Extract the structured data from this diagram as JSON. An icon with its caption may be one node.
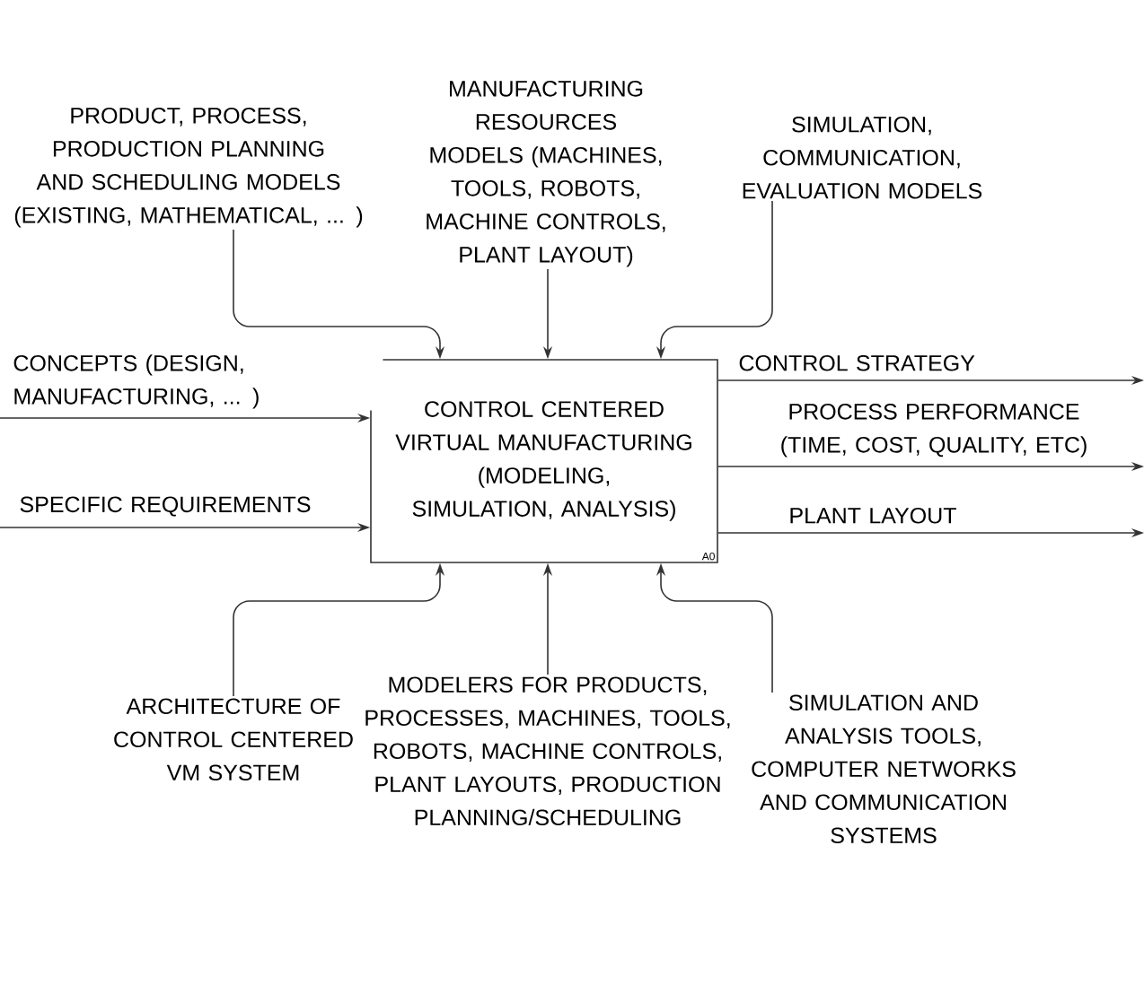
{
  "diagram": {
    "nodes": [
      {
        "text": [
          "CONTROL CENTERED VIRTUAL MANUFACTURING (MODELING, SIMULATION, ANALYSIS)",
          "A0"
        ]
      },
      {
        "text": [
          "PRODUCT, PROCESS, PRODUCTION PLANNING AND SCHEDULING MODELS (EXISTING, MATHEMATICAL, ... )"
        ]
      },
      {
        "text": [
          "MANUFACTURING RESOURCES MODELS (MACHINES, TOOLS, ROBOTS, MACHINE CONTROLS, PLANT LAYOUT)"
        ]
      },
      {
        "text": [
          "SIMULATION, COMMUNICATION, EVALUATION MODELS"
        ]
      },
      {
        "text": [
          "ARCHITECTURE OF CONTROL CENTERED VM SYSTEM"
        ]
      },
      {
        "text": [
          "MODELERS FOR PRODUCTS, PROCESSES, MACHINES, TOOLS, ROBOTS, MACHINE CONTROLS, PLANT LAYOUTS, PRODUCTION PLANNING/SCHEDULING"
        ]
      },
      {
        "text": [
          "SIMULATION AND ANALYSIS TOOLS, COMPUTER NETWORKS AND COMMUNICATION SYSTEMS"
        ]
      }
    ],
    "edges": [
      {
        "from": 1,
        "to": 0,
        "arrow": "to"
      },
      {
        "from": 2,
        "to": 0,
        "arrow": "to"
      },
      {
        "from": 3,
        "to": 0,
        "arrow": "to"
      },
      {
        "from": null,
        "to": 0,
        "arrow": "to",
        "label": "CONCEPTS (DESIGN, MANUFACTURING, ... )"
      },
      {
        "from": null,
        "to": 0,
        "arrow": "to",
        "label": "SPECIFIC REQUIREMENTS"
      },
      {
        "from": 0,
        "to": null,
        "arrow": "to",
        "label": "CONTROL STRATEGY"
      },
      {
        "from": 0,
        "to": null,
        "arrow": "to",
        "label": "PROCESS PERFORMANCE (TIME, COST, QUALITY, ETC)"
      },
      {
        "from": 0,
        "to": null,
        "arrow": "to",
        "label": "PLANT LAYOUT"
      },
      {
        "from": 4,
        "to": 0,
        "arrow": "to"
      },
      {
        "from": 5,
        "to": 0,
        "arrow": "to"
      },
      {
        "from": 6,
        "to": 0,
        "arrow": "to"
      }
    ]
  }
}
